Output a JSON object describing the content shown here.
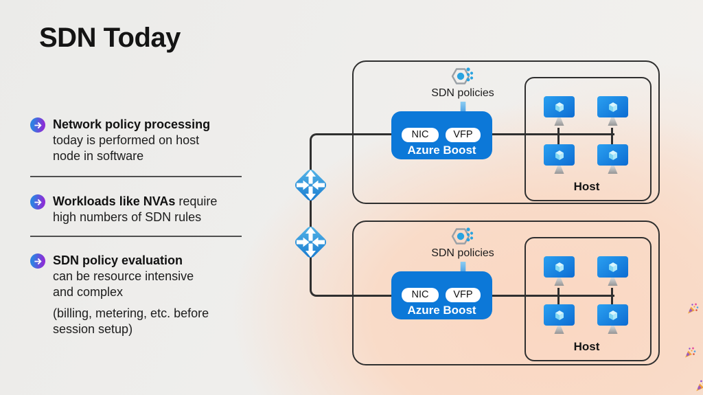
{
  "slide": {
    "title": "SDN Today"
  },
  "bullets": [
    {
      "bold": "Network policy processing",
      "text": "today is performed on host\nnode in software"
    },
    {
      "bold": "Workloads like NVAs",
      "text": " require\nhigh numbers of SDN rules"
    },
    {
      "bold": "SDN policy evaluation",
      "text": "can be resource intensive\nand complex",
      "note": "(billing, metering, etc. before\nsession setup)"
    }
  ],
  "diagram": {
    "clusters": [
      {
        "policies_label": "SDN policies",
        "nic_label": "NIC",
        "vfp_label": "VFP",
        "boost_label": "Azure Boost",
        "host_label": "Host",
        "vm_count": 4
      },
      {
        "policies_label": "SDN policies",
        "nic_label": "NIC",
        "vfp_label": "VFP",
        "boost_label": "Azure Boost",
        "host_label": "Host",
        "vm_count": 4
      }
    ]
  },
  "icons": {
    "bullet": "arrow-right-circle-icon",
    "policies": "sdn-policies-hexagon-icon",
    "router": "router-icon",
    "vm": "virtual-machine-icon",
    "confetti": "party-popper-icon"
  },
  "colors": {
    "azure_blue": "#0c78d8",
    "monitor_blue_light": "#2aa0f1",
    "monitor_blue_dark": "#0d6cd2",
    "router_blue_light": "#58b7e8",
    "router_blue_dark": "#1679cf",
    "bullet_gradient_start": "#2f80e2",
    "bullet_gradient_end": "#8a2fd6",
    "line": "#2f2f2f",
    "background_gray": "#ebebe9",
    "background_peach": "#fbdcc9"
  }
}
